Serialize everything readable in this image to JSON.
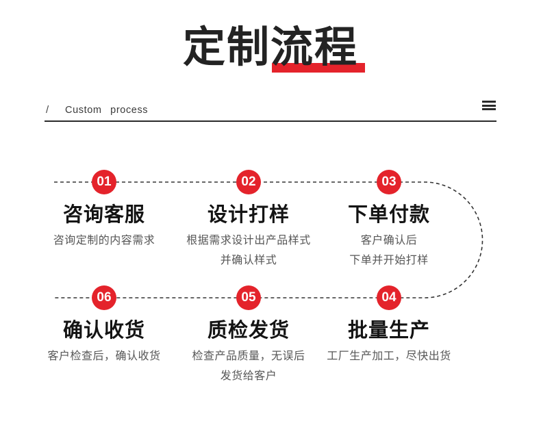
{
  "theme": {
    "accent_red": "#e4232b",
    "text_dark": "#232323",
    "text_gray": "#565656"
  },
  "header": {
    "title_plain": "定制",
    "title_highlight": "流程"
  },
  "subheader": {
    "slash": "/",
    "label": "Custom process"
  },
  "steps": [
    {
      "num": "01",
      "title": "咨询客服",
      "desc_lines": [
        "咨询定制的内容需求"
      ]
    },
    {
      "num": "02",
      "title": "设计打样",
      "desc_lines": [
        "根据需求设计出产品样式",
        "并确认样式"
      ]
    },
    {
      "num": "03",
      "title": "下单付款",
      "desc_lines": [
        "客户确认后",
        "下单并开始打样"
      ]
    },
    {
      "num": "04",
      "title": "批量生产",
      "desc_lines": [
        "工厂生产加工，尽快出货"
      ]
    },
    {
      "num": "05",
      "title": "质检发货",
      "desc_lines": [
        "检查产品质量，无误后",
        "发货给客户"
      ]
    },
    {
      "num": "06",
      "title": "确认收货",
      "desc_lines": [
        "客户检查后，确认收货"
      ]
    }
  ]
}
